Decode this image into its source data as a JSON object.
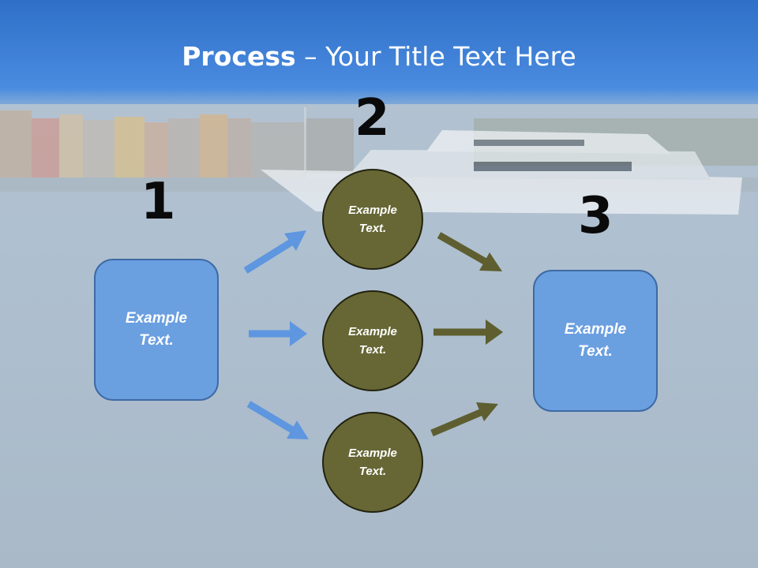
{
  "slide": {
    "title_bold": "Process",
    "title_rest": " – Your Title Text Here"
  },
  "steps": {
    "one": "1",
    "two": "2",
    "three": "3"
  },
  "nodes": {
    "left_box": "Example Text.",
    "circle_top": "Example Text.",
    "circle_middle": "Example Text.",
    "circle_bottom": "Example Text.",
    "right_box": "Example Text."
  },
  "colors": {
    "title_band": "#3f7fd6",
    "box_fill": "#6a9fe0",
    "circle_fill": "#676736",
    "blue_arrow": "#5e96e0",
    "olive_arrow": "#5e5e30"
  }
}
